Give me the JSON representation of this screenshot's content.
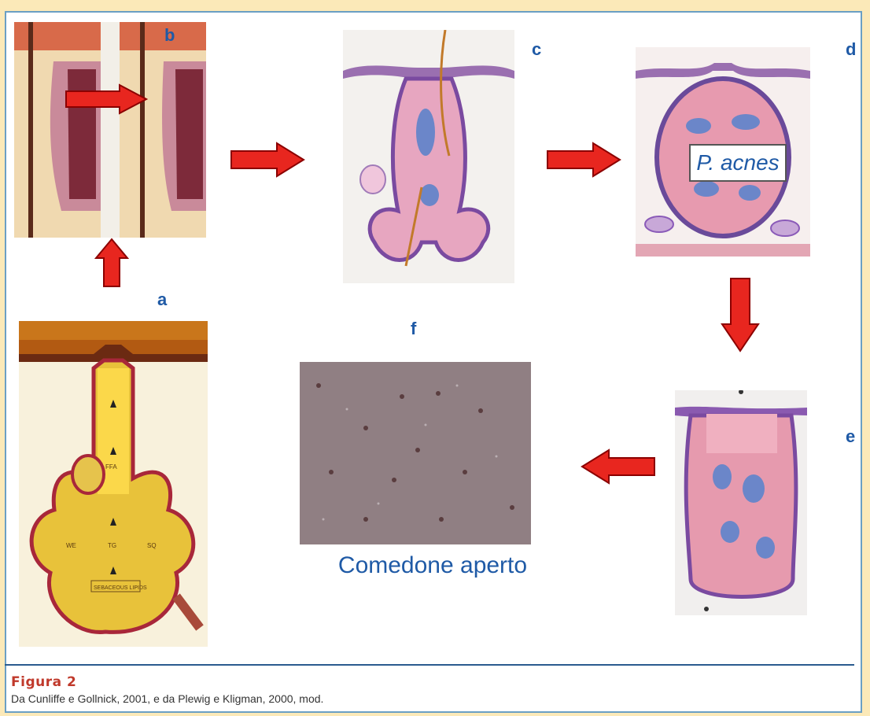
{
  "labels": {
    "a": "a",
    "b": "b",
    "c": "c",
    "d": "d",
    "e": "e",
    "f": "f"
  },
  "pathogen_label": "P. acnes",
  "photo_caption": "Comedone aperto",
  "figure": {
    "title": "Figura 2",
    "caption": "Da Cunliffe e Gollnick, 2001, e da Plewig e Kligman, 2000, mod."
  },
  "panel_a_text": {
    "ffa": "FFA",
    "we": "WE",
    "tg": "TG",
    "sq": "SQ",
    "box": "SEBACEOUS LIPIDS"
  },
  "colors": {
    "arrow_fill": "#e8261f",
    "arrow_stroke": "#8b0000",
    "label_blue": "#1f5aa6",
    "title_red": "#c0392b",
    "background": "#fbe9b8"
  }
}
